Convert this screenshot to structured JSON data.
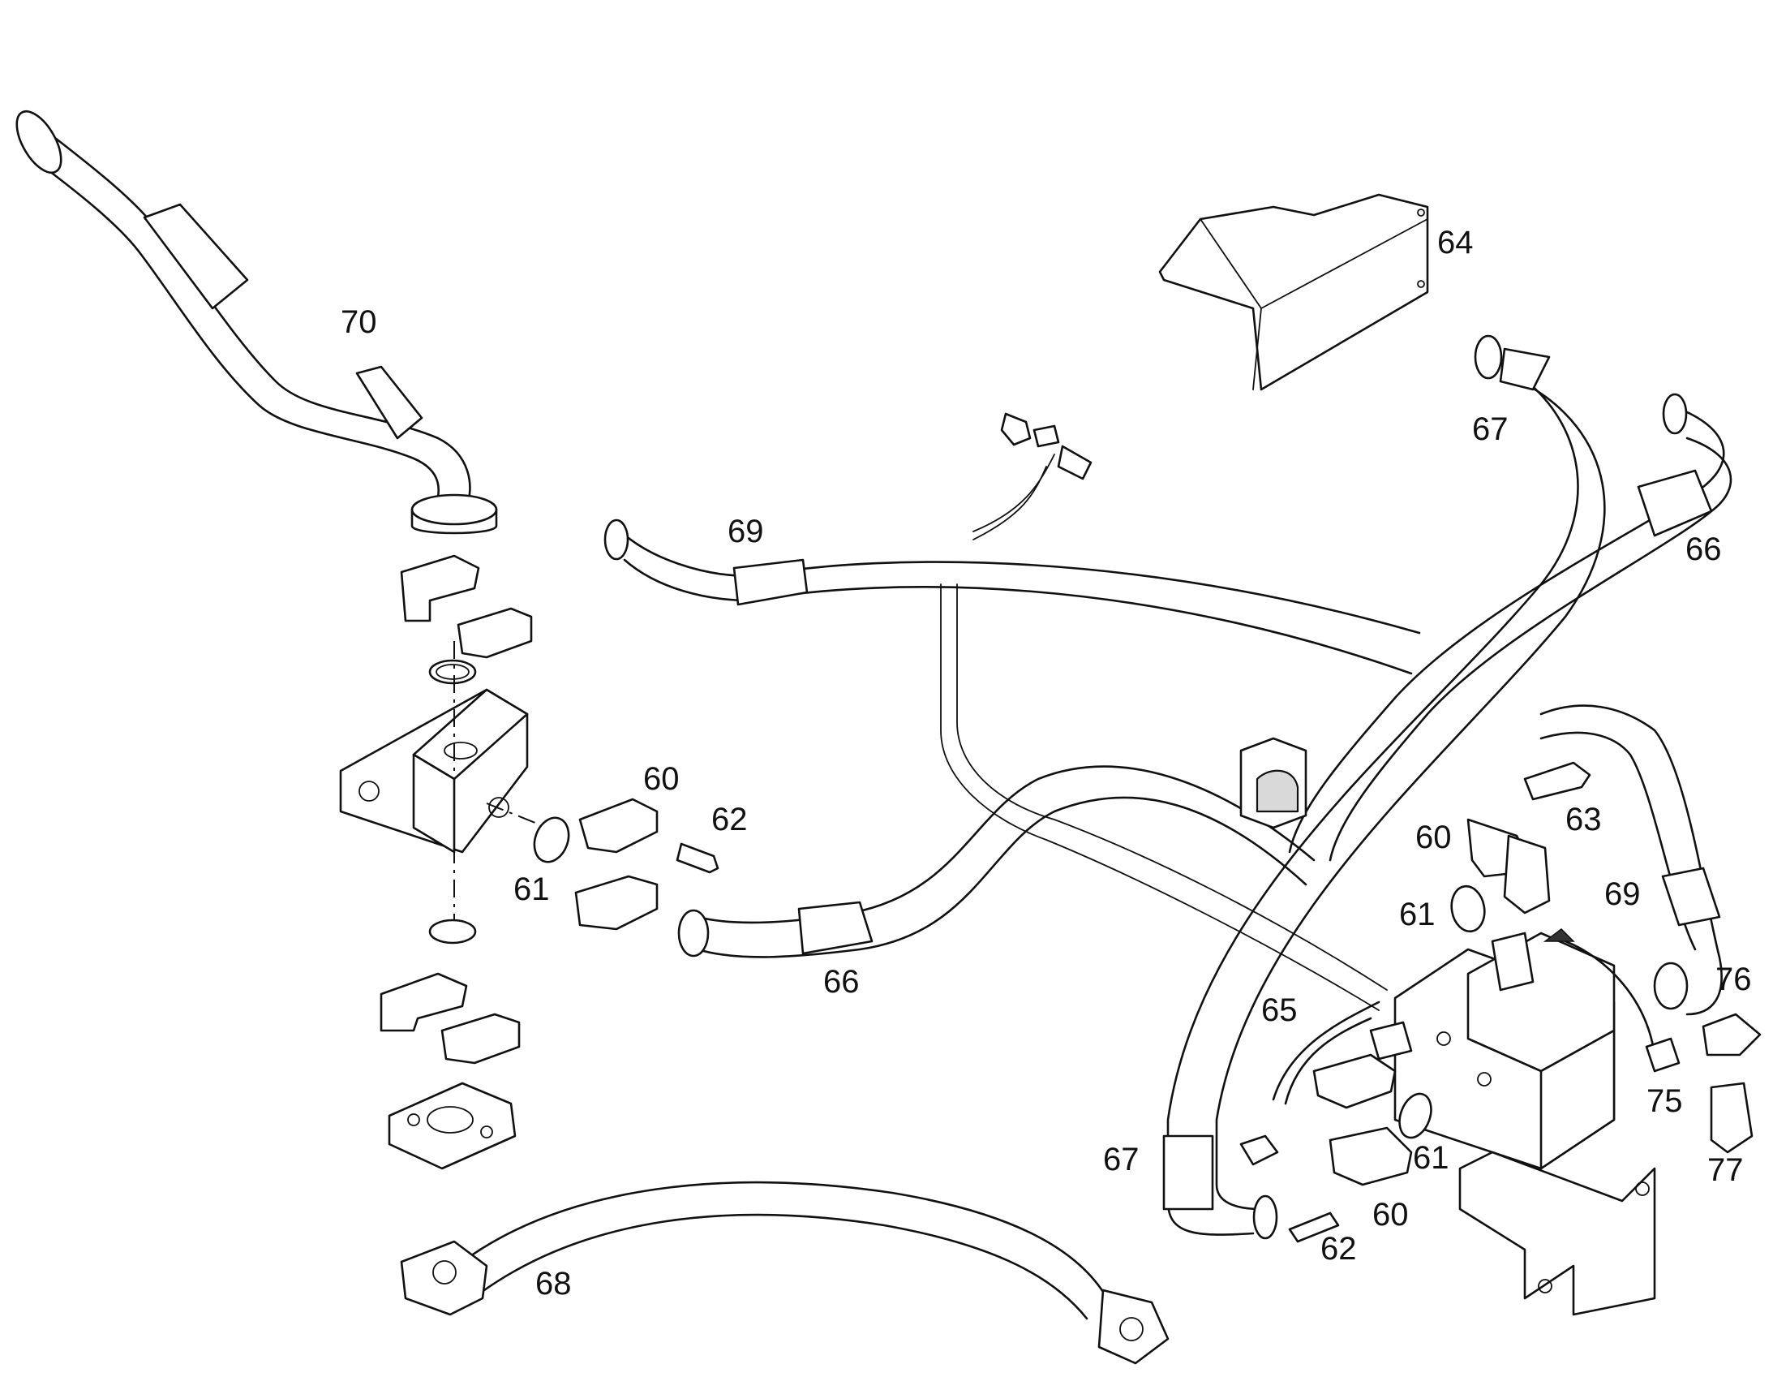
{
  "callouts": [
    {
      "id": "c70",
      "label": "70"
    },
    {
      "id": "c64",
      "label": "64"
    },
    {
      "id": "c67a",
      "label": "67"
    },
    {
      "id": "c69a",
      "label": "69"
    },
    {
      "id": "c66a",
      "label": "66"
    },
    {
      "id": "c60a",
      "label": "60"
    },
    {
      "id": "c62a",
      "label": "62"
    },
    {
      "id": "c61a",
      "label": "61"
    },
    {
      "id": "c66b",
      "label": "66"
    },
    {
      "id": "c63",
      "label": "63"
    },
    {
      "id": "c60b",
      "label": "60"
    },
    {
      "id": "c61b",
      "label": "61"
    },
    {
      "id": "c69b",
      "label": "69"
    },
    {
      "id": "c76",
      "label": "76"
    },
    {
      "id": "c65",
      "label": "65"
    },
    {
      "id": "c75",
      "label": "75"
    },
    {
      "id": "c77",
      "label": "77"
    },
    {
      "id": "c67b",
      "label": "67"
    },
    {
      "id": "c61c",
      "label": "61"
    },
    {
      "id": "c60c",
      "label": "60"
    },
    {
      "id": "c62b",
      "label": "62"
    },
    {
      "id": "c68",
      "label": "68"
    }
  ]
}
